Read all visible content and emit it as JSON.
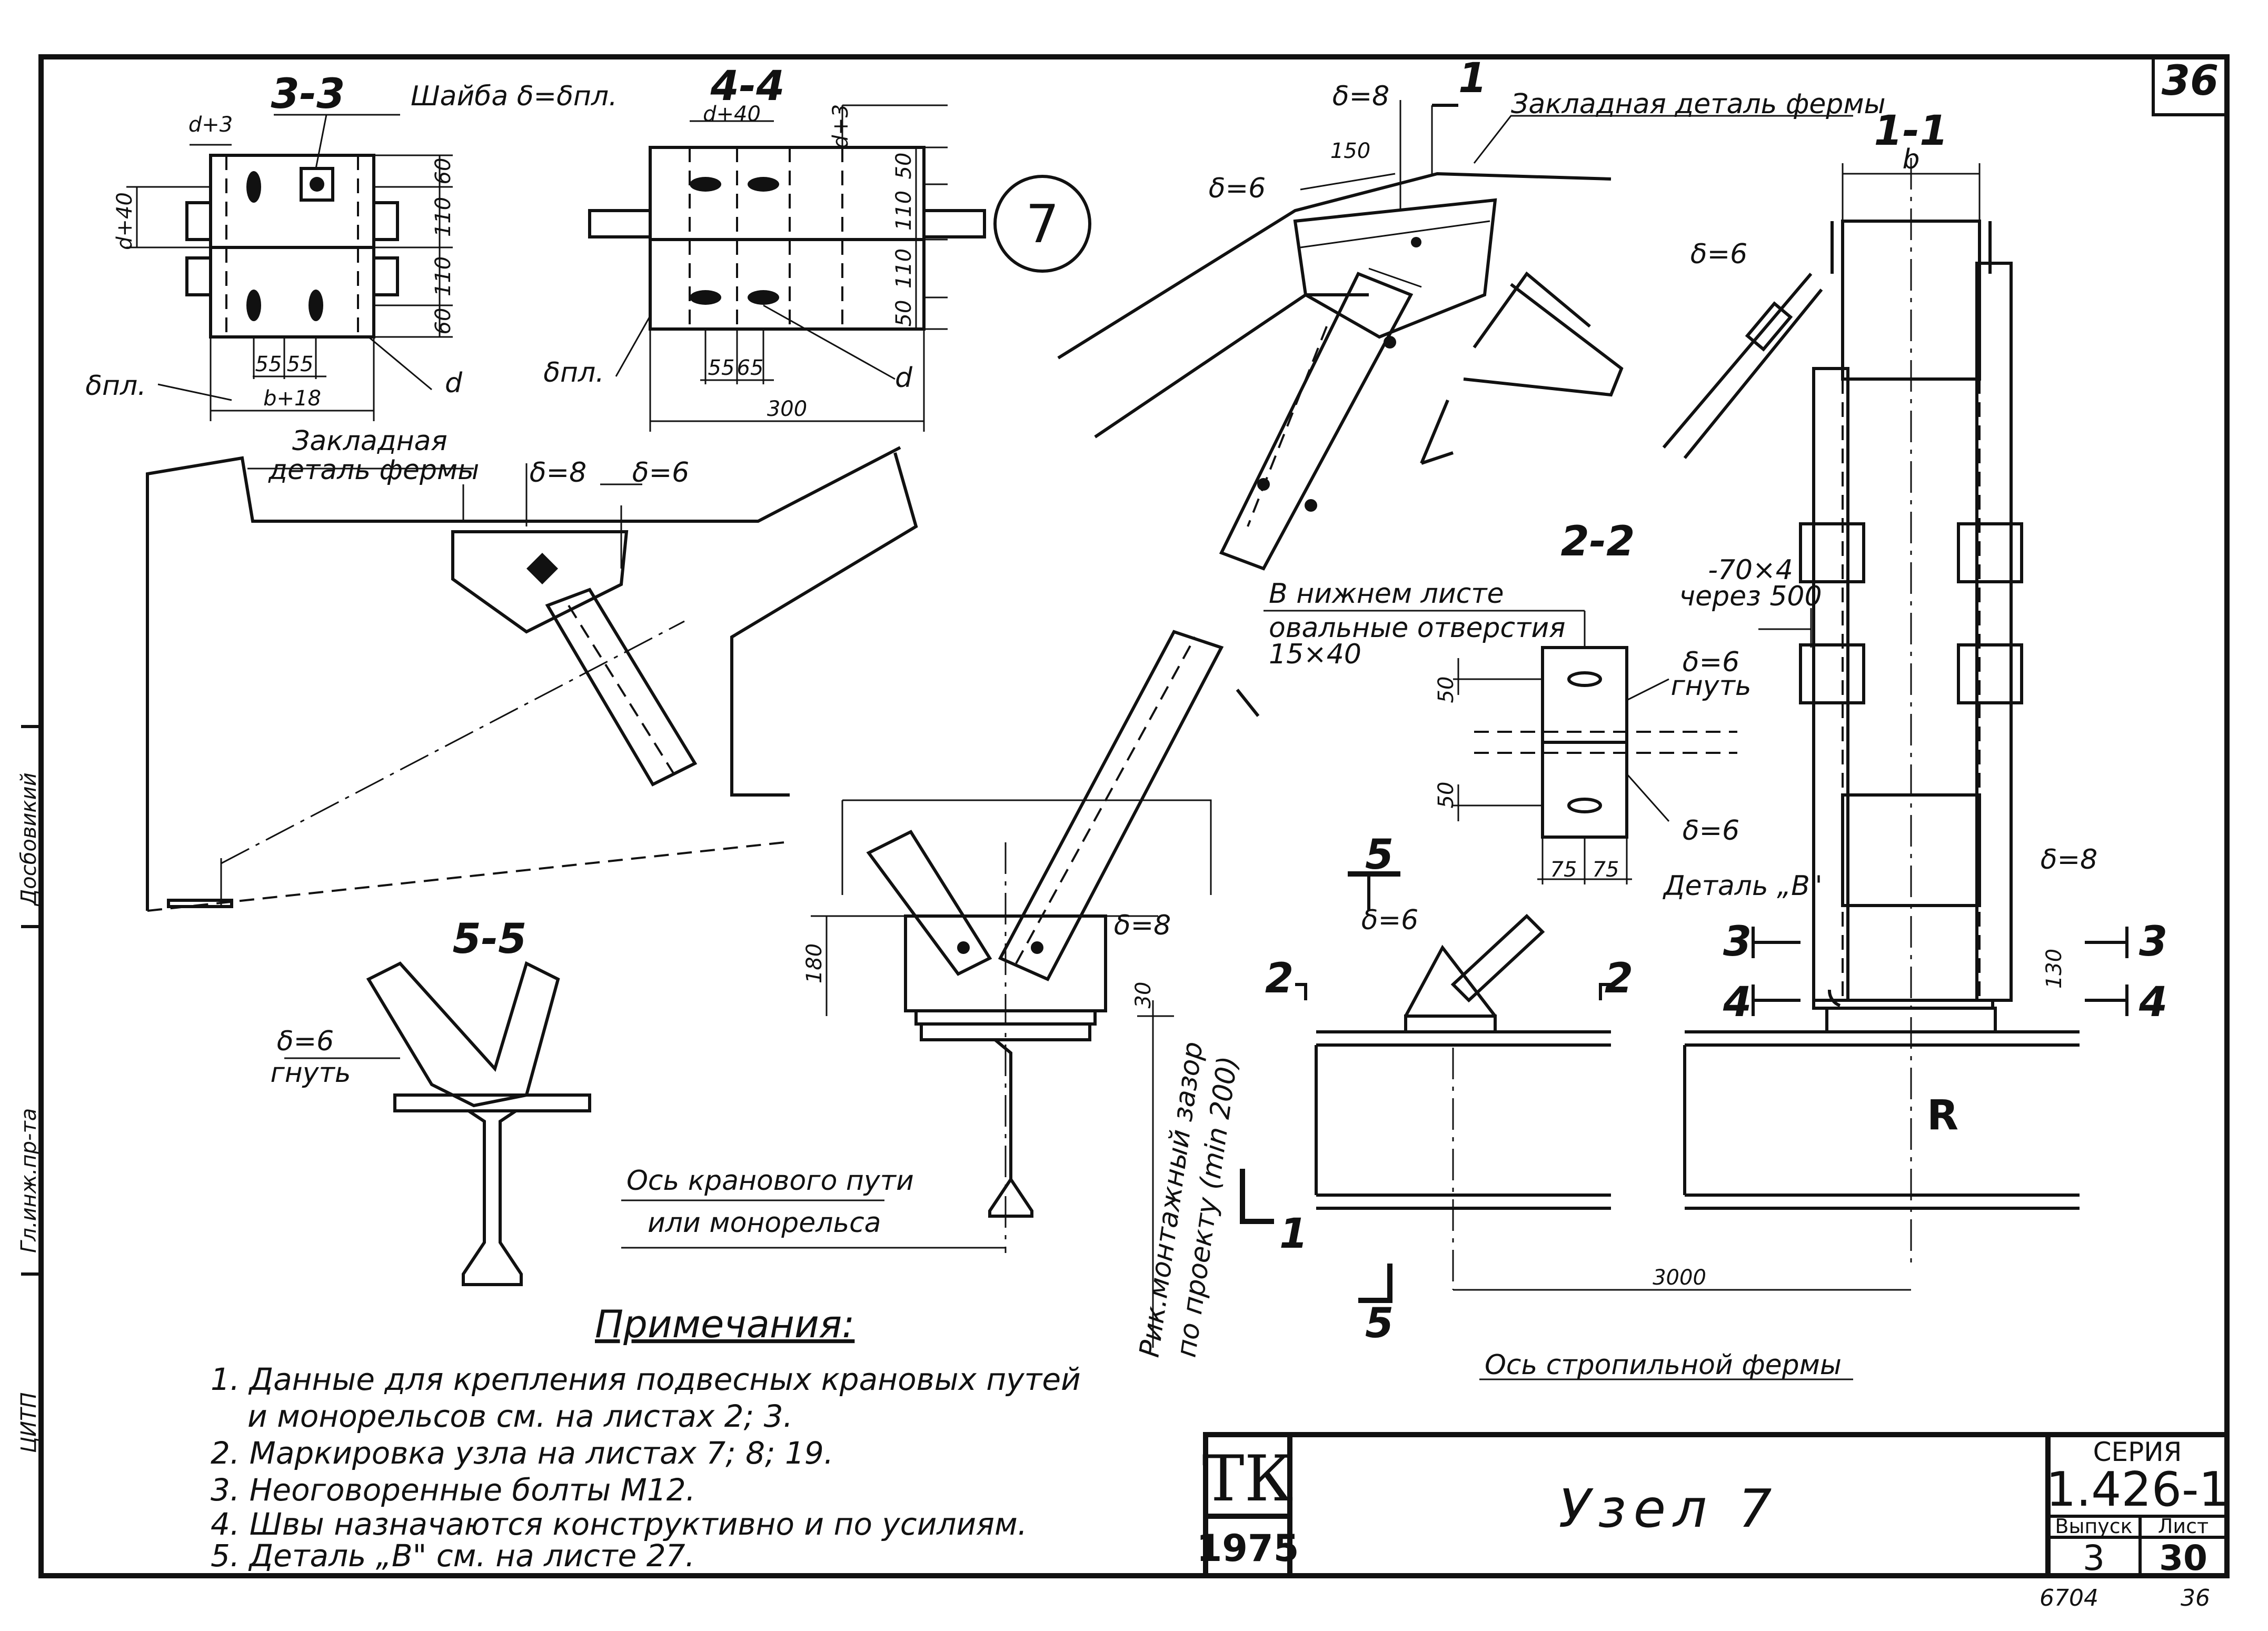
{
  "sheet": {
    "sheet_no_corner": "36",
    "node_circle": "7"
  },
  "sections": {
    "s33": "3-3",
    "s44": "4-4",
    "s11": "1-1",
    "s22": "2-2",
    "s55": "5-5"
  },
  "section_marks": {
    "m1_top": "1",
    "m1_bottom": "1",
    "m2_left": "2",
    "m2_right": "2",
    "m3_left": "3",
    "m3_right": "3",
    "m4_left": "4",
    "m4_right": "4",
    "m5_top": "5",
    "m5_bottom": "5"
  },
  "labels": {
    "washer": "Шайба δ=δпл.",
    "bpl_33": "δпл.",
    "bpl_44": "δпл.",
    "d_33": "d",
    "d_44": "d",
    "embedded_top": "Закладная деталь фермы",
    "embedded_left_l1": "Закладная",
    "embedded_left_l2": "деталь фермы",
    "delta8_a": "δ=8",
    "delta6_a": "δ=6",
    "delta8_top": "δ=8",
    "delta6_top": "δ=6",
    "delta6_11": "δ=6",
    "delta8_rail": "δ=8",
    "delta8_11": "δ=8",
    "delta6_55_l1": "δ=6",
    "delta6_55_l2": "гнуть",
    "delta6_22a_l1": "δ=6",
    "delta6_22a_l2": "гнуть",
    "delta6_22b": "δ=6",
    "delta6_5": "δ=6",
    "holes_l1": "В нижнем листе",
    "holes_l2": "овальные отверстия",
    "holes_l3": "15×40",
    "strap_l1": "-70×4",
    "strap_l2": "через 500",
    "detail_b": "Деталь „В\"",
    "reaction": "R",
    "crane_axis_l1": "Ось кранового пути",
    "crane_axis_l2": "или монорельса",
    "gap_l1": "Ρик.монтажный зазор",
    "gap_l2": "по проекту (min 200)",
    "truss_axis": "Ось стропильной фермы"
  },
  "dims": {
    "d3": "d+3",
    "d40_33": "d+40",
    "b18": "b+18",
    "d40_44": "d+40",
    "d3_44": "d+3",
    "v60a": "60",
    "v110a": "110",
    "v110b": "110",
    "v60b": "60",
    "w55a": "55",
    "w55b": "55",
    "v50a": "50",
    "v110c": "110",
    "v110d": "110",
    "v50b": "50",
    "w55c": "55",
    "w65": "65",
    "w300": "300",
    "w150": "150",
    "b_11": "b",
    "h180": "180",
    "h30": "30",
    "v50c": "50",
    "v50d": "50",
    "w75a": "75",
    "w75b": "75",
    "h130": "130",
    "w3000": "3000"
  },
  "notes": {
    "heading": "Примечания:",
    "n1_l1": "1. Данные для крепления подвесных крановых путей",
    "n1_l2": "и монорельсов см. на листах 2; 3.",
    "n2": "2. Маркировка узла на листах 7; 8; 19.",
    "n3": "3. Неоговоренные болты М12.",
    "n4": "4. Швы назначаются конструктивно и по усилиям.",
    "n5": "5. Деталь „В\" см. на листе 27."
  },
  "title_block": {
    "tk": "ТК",
    "year": "1975",
    "title": "Узел 7",
    "series_label": "СЕРИЯ",
    "series_value": "1.426-1",
    "issue_label": "Выпуск",
    "sheet_label": "Лист",
    "issue_value": "3",
    "sheet_value": "30"
  },
  "footer": {
    "left": "6704",
    "right": "36"
  },
  "side_stamp": {
    "a": "Гл.инж.пр-та",
    "b": "Досбовикий",
    "c": "ЦИТП"
  }
}
